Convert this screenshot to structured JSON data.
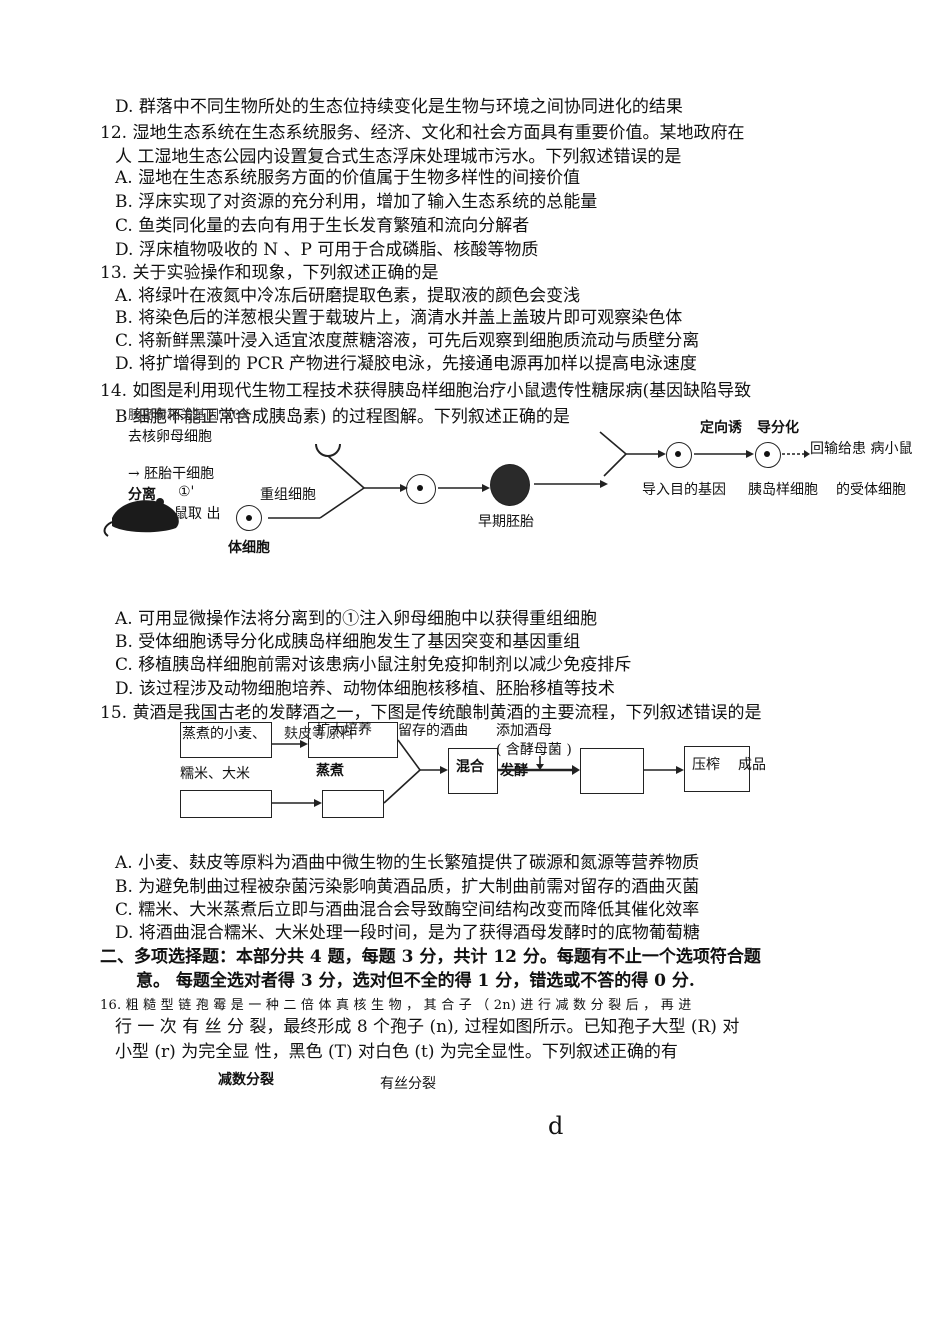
{
  "q11": {
    "optD": "D.  群落中不同生物所处的生态位持续变化是生物与环境之间协同进化的结果"
  },
  "q12": {
    "stem1": "12.   湿地生态系统在生态系统服务、经济、文化和社会方面具有重要价值。某地政府在",
    "stem2": "人   工湿地生态公园内设置复合式生态浮床处理城市污水。下列叙述错误的是",
    "optA": "A.  湿地在生态系统服务方面的价值属于生物多样性的间接价值",
    "optB": "B.  浮床实现了对资源的充分利用，增加了输入生态系统的总能量",
    "optC": "C.  鱼类同化量的去向有用于生长发育繁殖和流向分解者",
    "optD": "D.  浮床植物吸收的 N 、P 可用于合成磷脂、核酸等物质"
  },
  "q13": {
    "stem": "13.   关于实验操作和现象，下列叙述正确的是",
    "optA": "A.   将绿叶在液氮中冷冻后研磨提取色素，提取液的颜色会变浅",
    "optB": "B.   将染色后的洋葱根尖置于载玻片上，滴清水并盖上盖玻片即可观察染色体",
    "optC": "C.   将新鲜黑藻叶浸入适宜浓度蔗糖溶液，可先后观察到细胞质流动与质壁分离",
    "optD": "D.   将扩增得到的 PCR 产物进行凝胶电泳，先接通电源再加样以提高电泳速度"
  },
  "q14": {
    "stem1": "14.   如图是利用现代生物工程技术获得胰岛样细胞治疗小鼠遗传性糖尿病(基因缺陷导致",
    "stem2": "B 细胞不能正常合成胰岛素) 的过程图解。下列叙述正确的是",
    "fig": {
      "overlap_text": "胰岛素相关基因  X0X",
      "egg": "去核卵母细胞",
      "esc": "→ 胚胎干细胞",
      "separate": "分离",
      "circle1": "①'",
      "mouse": "小鼠取  出",
      "somatic": "体细胞",
      "recombinant": "重组细胞",
      "embryo": "早期胚胎",
      "directed": "定向诱",
      "differentiate": "导分化",
      "return": "回输给患  病小鼠",
      "introduce": "导入目的基因",
      "isletlike": "胰岛样细胞",
      "recipient": "的受体细胞"
    },
    "optA": "A.  可用显微操作法将分离到的①注入卵母细胞中以获得重组细胞",
    "optB": "B.  受体细胞诱导分化成胰岛样细胞发生了基因突变和基因重组",
    "optC": "C.  移植胰岛样细胞前需对该患病小鼠注射免疫抑制剂以减少免疫排斥",
    "optD": "D.  该过程涉及动物细胞培养、动物体细胞核移植、胚胎移植等技术"
  },
  "q15": {
    "stem": "15.   黄酒是我国古老的发酵酒之一，下图是传统酿制黄酒的主要流程，下列叙述错误的是",
    "fig": {
      "wheat": "蒸煮的小麦、",
      "bran": "麸皮等原料",
      "culture": "扩大培养",
      "leftover": "留存的酒曲",
      "add_yeast": "添加酒母",
      "yeast_note": "( 含酵母菌 )",
      "rice": "糯米、大米",
      "steam": "蒸煮",
      "mix": "混合",
      "ferment": "发酵",
      "press": "压榨",
      "product": "成品"
    },
    "optA": "A.  小麦、麸皮等原料为酒曲中微生物的生长繁殖提供了碳源和氮源等营养物质",
    "optB": "B.  为避免制曲过程被杂菌污染影响黄酒品质，扩大制曲前需对留存的酒曲灭菌",
    "optC": "C.   糯米、大米蒸煮后立即与酒曲混合会导致酶空间结构改变而降低其催化效率",
    "optD": "D.  将酒曲混合糯米、大米处理一段时间，是为了获得酒母发酵时的底物葡萄糖"
  },
  "sec2": {
    "line1": "二、多项选择题：本部分共 4 题，每题 3 分，共计 12 分。每题有不止一个选项符合题",
    "line2": "意。  每题全选对者得 3 分，选对但不全的得 1 分，错选或不答的得 0 分."
  },
  "q16": {
    "line1": "16.   粗 糙 型 链 孢 霉 是 一 种 二 倍 体 真 核 生 物 ， 其 合 子 （ 2n) 进 行 减 数 分 裂 后 ， 再 进",
    "line2": "行 一 次 有 丝 分 裂，最终形成 8 个孢子  (n),   过程如图所示。已知孢子大型  (R)   对",
    "line3": "小型  (r)    为完全显  性，黑色  (T)   对白色  (t)   为完全显性。下列叙述正确的有",
    "meiosis": "减数分裂",
    "mitosis": "有丝分裂",
    "letter": "d"
  }
}
